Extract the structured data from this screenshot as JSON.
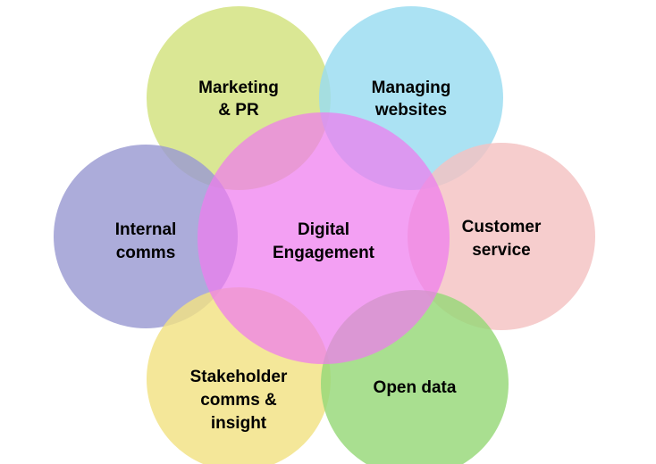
{
  "diagram": {
    "center": {
      "label_lines": [
        "Digital",
        "Engagement"
      ],
      "color": "#ee7cee"
    },
    "nodes": [
      {
        "id": "marketing",
        "label_lines": [
          "Marketing",
          "& PR"
        ],
        "color": "#d2e27c"
      },
      {
        "id": "websites",
        "label_lines": [
          "Managing",
          "websites"
        ],
        "color": "#98dcf0"
      },
      {
        "id": "internal",
        "label_lines": [
          "Internal",
          "comms"
        ],
        "color": "#9a9ad2"
      },
      {
        "id": "customer",
        "label_lines": [
          "Customer",
          "service"
        ],
        "color": "#f4c2c2"
      },
      {
        "id": "stakeholder",
        "label_lines": [
          "Stakeholder",
          "comms &",
          "insight"
        ],
        "color": "#f2e282"
      },
      {
        "id": "opendata",
        "label_lines": [
          "Open data"
        ],
        "color": "#96d878"
      }
    ]
  }
}
